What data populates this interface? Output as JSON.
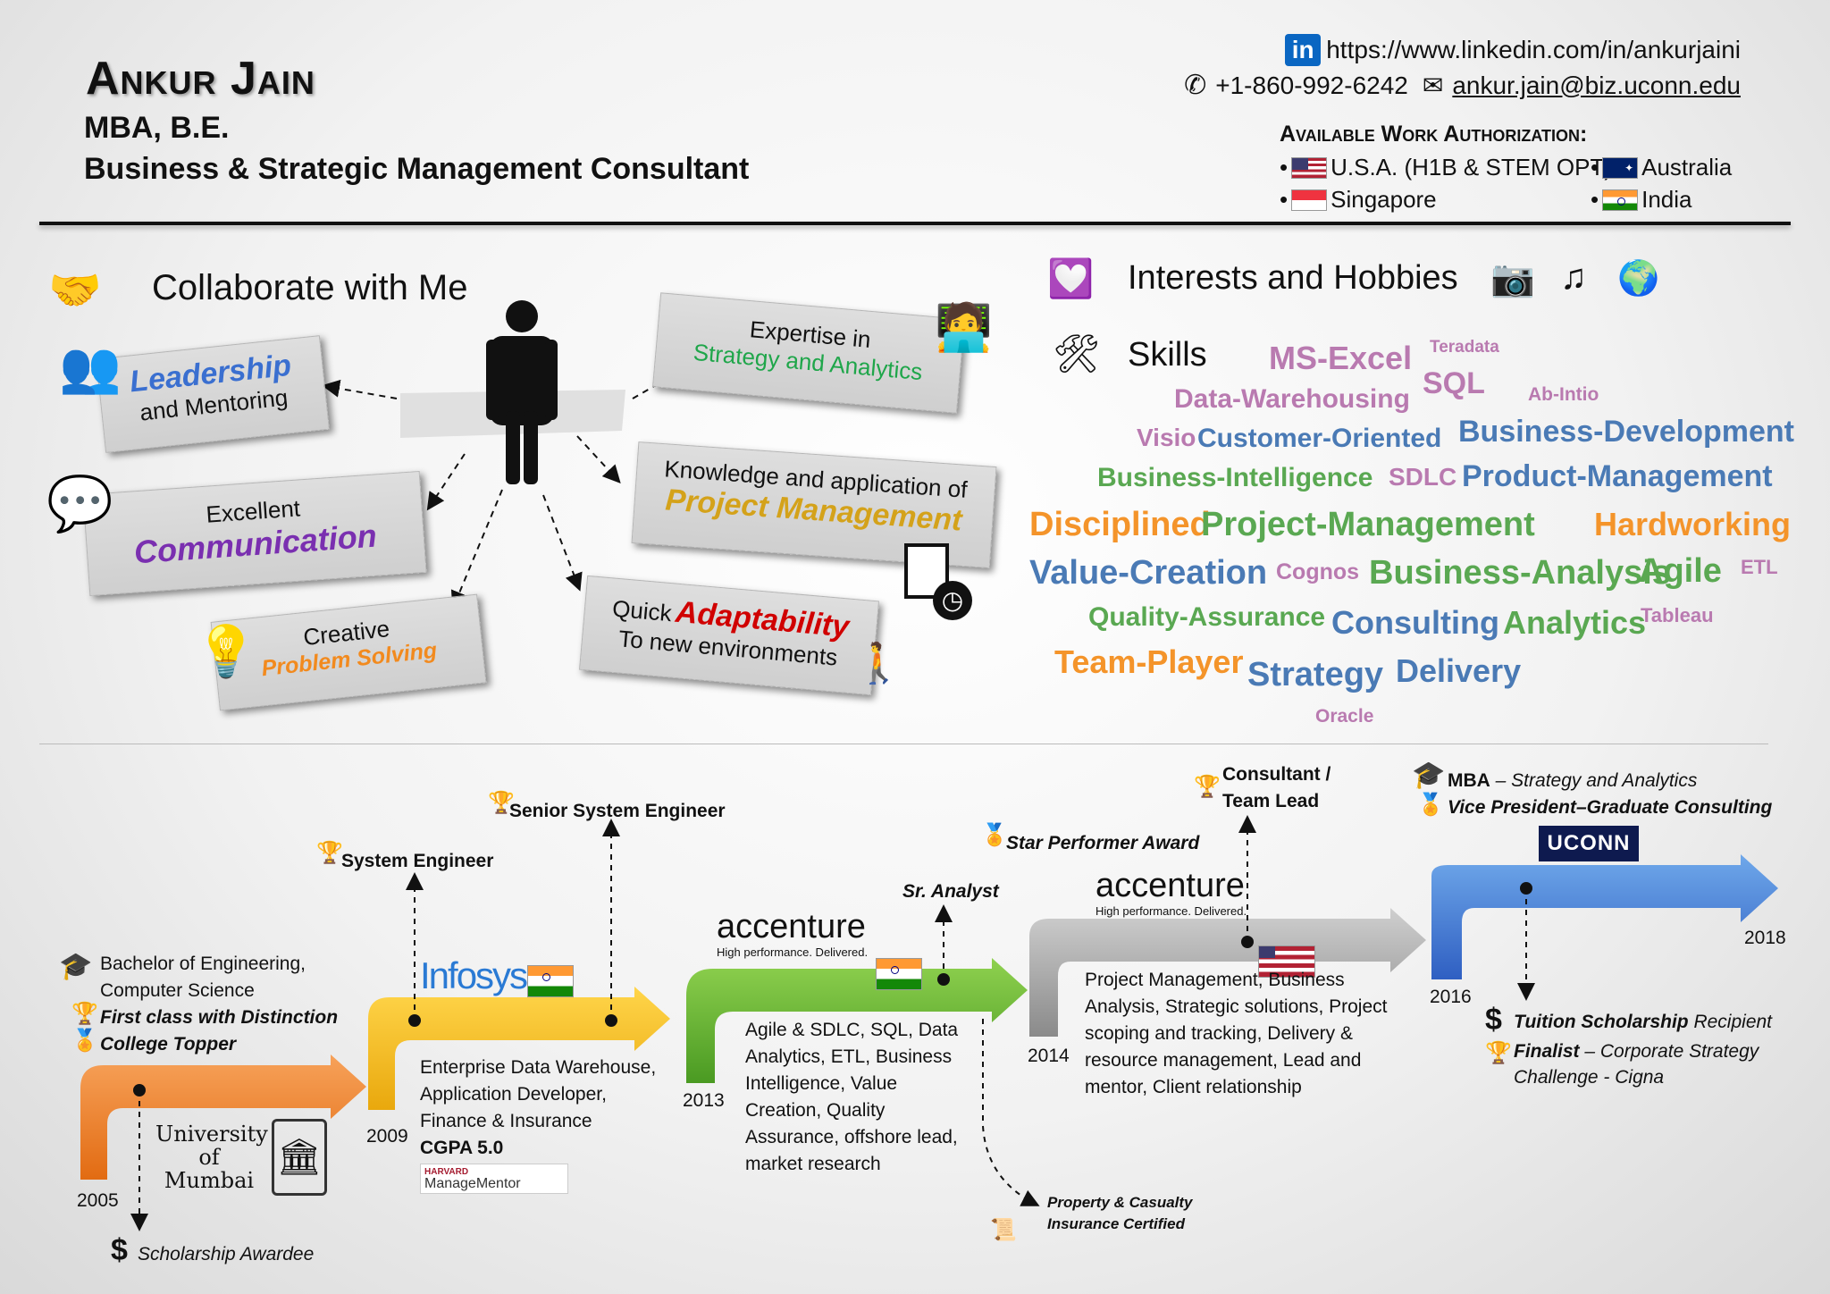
{
  "header": {
    "name": "Ankur Jain",
    "degree": "MBA, B.E.",
    "title": "Business & Strategic Management Consultant",
    "linkedin_icon": "in",
    "linkedin_url": "https://www.linkedin.com/in/ankurjaini",
    "phone": "+1-860-992-6242",
    "email": "ankur.jain@biz.uconn.edu",
    "auth_title": "Available Work Authorization:",
    "authorizations": [
      {
        "label": "U.S.A. (H1B & STEM OPT)",
        "flag": "flag-us"
      },
      {
        "label": "Australia",
        "flag": "flag-au"
      },
      {
        "label": "Singapore",
        "flag": "flag-sg"
      },
      {
        "label": "India",
        "flag": "flag-in"
      }
    ]
  },
  "collaborate": {
    "title": "Collaborate with Me",
    "icon": "handshake-icon",
    "cards": {
      "leadership": {
        "big": "Leadership",
        "small": "and Mentoring",
        "icon": "team-icon"
      },
      "communication": {
        "small": "Excellent",
        "big": "Communication",
        "icon": "chat-icon"
      },
      "problem": {
        "small": "Creative",
        "big": "Problem Solving",
        "icon": "lightbulb-icon"
      },
      "expertise": {
        "small": "Expertise in",
        "big": "Strategy and Analytics",
        "icon": "analyst-icon"
      },
      "pm": {
        "small": "Knowledge and application of",
        "big": "Project Management",
        "icon": "schedule-icon"
      },
      "adapt": {
        "prefix": "Quick",
        "big": "Adaptability",
        "small": "To new environments",
        "icon": "walker-icon"
      }
    },
    "colors": {
      "leadership": "#3a6fd0",
      "communication": "#7a2fb0",
      "problem": "#f28a1e",
      "expertise": "#1fa64a",
      "pm": "#d4a21a",
      "adapt": "#d00000"
    }
  },
  "hobbies": {
    "title": "Interests and Hobbies",
    "heart_icon": "heart-icon",
    "icons": [
      "camera-icon",
      "music-icon",
      "globe-icon"
    ]
  },
  "skills": {
    "title": "Skills",
    "icon": "tools-icon"
  },
  "chart_data": {
    "type": "word_cloud",
    "word_cloud": [
      {
        "text": "MS-Excel",
        "color": "#b97ab0"
      },
      {
        "text": "Teradata",
        "color": "#b97ab0"
      },
      {
        "text": "SQL",
        "color": "#b97ab0"
      },
      {
        "text": "Data-Warehousing",
        "color": "#b97ab0"
      },
      {
        "text": "Ab-Intio",
        "color": "#b97ab0"
      },
      {
        "text": "Visio",
        "color": "#b97ab0"
      },
      {
        "text": "Customer-Oriented",
        "color": "#4a7ab5"
      },
      {
        "text": "Business-Development",
        "color": "#4a7ab5"
      },
      {
        "text": "Business-Intelligence",
        "color": "#5aa852"
      },
      {
        "text": "SDLC",
        "color": "#b97ab0"
      },
      {
        "text": "Product-Management",
        "color": "#4a7ab5"
      },
      {
        "text": "Disciplined",
        "color": "#f4942a"
      },
      {
        "text": "Project-Management",
        "color": "#5aa852"
      },
      {
        "text": "Hardworking",
        "color": "#f4942a"
      },
      {
        "text": "Value-Creation",
        "color": "#4a7ab5"
      },
      {
        "text": "Cognos",
        "color": "#b97ab0"
      },
      {
        "text": "Business-Analysis",
        "color": "#5aa852"
      },
      {
        "text": "Agile",
        "color": "#5aa852"
      },
      {
        "text": "ETL",
        "color": "#b97ab0"
      },
      {
        "text": "Quality-Assurance",
        "color": "#5aa852"
      },
      {
        "text": "Consulting",
        "color": "#4a7ab5"
      },
      {
        "text": "Analytics",
        "color": "#5aa852"
      },
      {
        "text": "Tableau",
        "color": "#b97ab0"
      },
      {
        "text": "Team-Player",
        "color": "#f4942a"
      },
      {
        "text": "Strategy",
        "color": "#4a7ab5"
      },
      {
        "text": "Delivery",
        "color": "#4a7ab5"
      },
      {
        "text": "Oracle",
        "color": "#b97ab0"
      }
    ]
  },
  "timeline": {
    "y2005": "2005",
    "y2009": "2009",
    "y2013": "2013",
    "y2014": "2014",
    "y2016": "2016",
    "y2018": "2018",
    "bachelor": "Bachelor of Engineering,",
    "bachelor2": "Computer Science",
    "first_class": "First class with Distinction",
    "topper": "College Topper",
    "mumbai": "University of Mumbai",
    "scholarship": "Scholarship Awardee",
    "system_engineer": "System Engineer",
    "senior_engineer": "Senior System Engineer",
    "infosys": "Infosys",
    "infosys_desc": [
      "Enterprise Data Warehouse,",
      "Application Developer,",
      "Finance & Insurance"
    ],
    "cgpa": "CGPA 5.0",
    "harvard": "HARVARD",
    "managementor": "ManageMentor",
    "accenture": "accenture",
    "accenture_tag": "High performance. Delivered.",
    "sr_analyst": "Sr. Analyst",
    "accenture_desc": [
      "Agile & SDLC, SQL, Data",
      "Analytics, ETL, Business",
      "Intelligence, Value",
      "Creation, Quality",
      "Assurance, offshore lead,",
      "market research"
    ],
    "property": "Property & Casualty",
    "property2": "Insurance Certified",
    "star": "Star Performer Award",
    "consultant": "Consultant /",
    "consultant2": "Team Lead",
    "pm_desc": [
      "Project Management, Business",
      "Analysis, Strategic solutions, Project",
      "scoping and tracking, Delivery &",
      "resource management, Lead and",
      "mentor, Client relationship"
    ],
    "mba_label": "MBA",
    "mba_rest": " – Strategy and Analytics",
    "vp": "Vice President–Graduate Consulting",
    "uconn": "UCONN",
    "tuition_bold": "Tuition Scholarship",
    "tuition_rest": " Recipient",
    "finalist_bold": "Finalist",
    "finalist_rest": " – Corporate Strategy",
    "finalist2": "Challenge - Cigna"
  }
}
